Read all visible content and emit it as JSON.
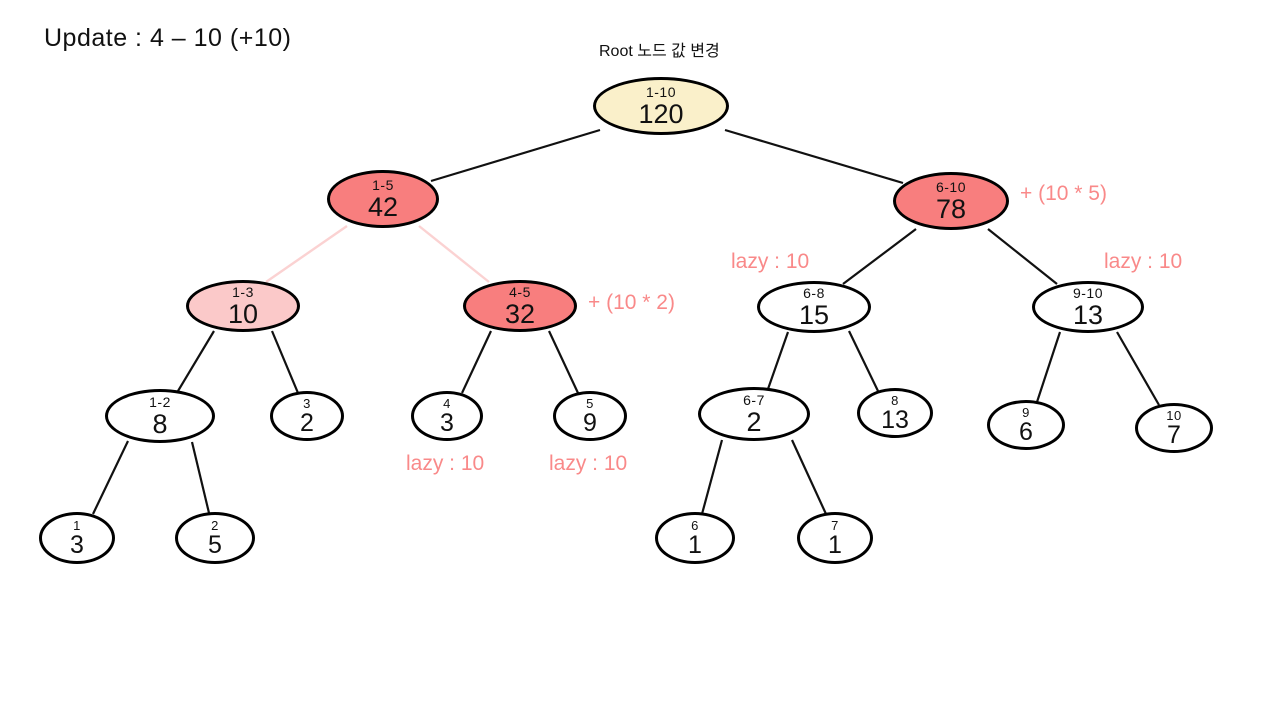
{
  "title": "Update : 4 – 10 (+10)",
  "subtitle": "Root 노드 값 변경",
  "colors": {
    "root_fill": "#faf0ca",
    "updated_fill": "#f87e7e",
    "partial_fill": "#fbc9c9",
    "default_fill": "#ffffff",
    "edge": "#111111",
    "traversal_edge": "#fbd2d2",
    "annotation_text": "#f98989"
  },
  "annotations": {
    "plus_6_10": "+ (10 * 5)",
    "plus_4_5": "+ (10 * 2)",
    "lazy_6_8": "lazy : 10",
    "lazy_9_10": "lazy : 10",
    "lazy_4": "lazy : 10",
    "lazy_5": "lazy : 10"
  },
  "nodes": [
    {
      "range": "1-10",
      "value": "120"
    },
    {
      "range": "1-5",
      "value": "42"
    },
    {
      "range": "6-10",
      "value": "78"
    },
    {
      "range": "1-3",
      "value": "10"
    },
    {
      "range": "4-5",
      "value": "32"
    },
    {
      "range": "6-8",
      "value": "15"
    },
    {
      "range": "9-10",
      "value": "13"
    },
    {
      "range": "1-2",
      "value": "8"
    },
    {
      "range": "3",
      "value": "2"
    },
    {
      "range": "4",
      "value": "3"
    },
    {
      "range": "5",
      "value": "9"
    },
    {
      "range": "6-7",
      "value": "2"
    },
    {
      "range": "8",
      "value": "13"
    },
    {
      "range": "9",
      "value": "6"
    },
    {
      "range": "10",
      "value": "7"
    },
    {
      "range": "1",
      "value": "3"
    },
    {
      "range": "2",
      "value": "5"
    },
    {
      "range": "6",
      "value": "1"
    },
    {
      "range": "7",
      "value": "1"
    }
  ]
}
